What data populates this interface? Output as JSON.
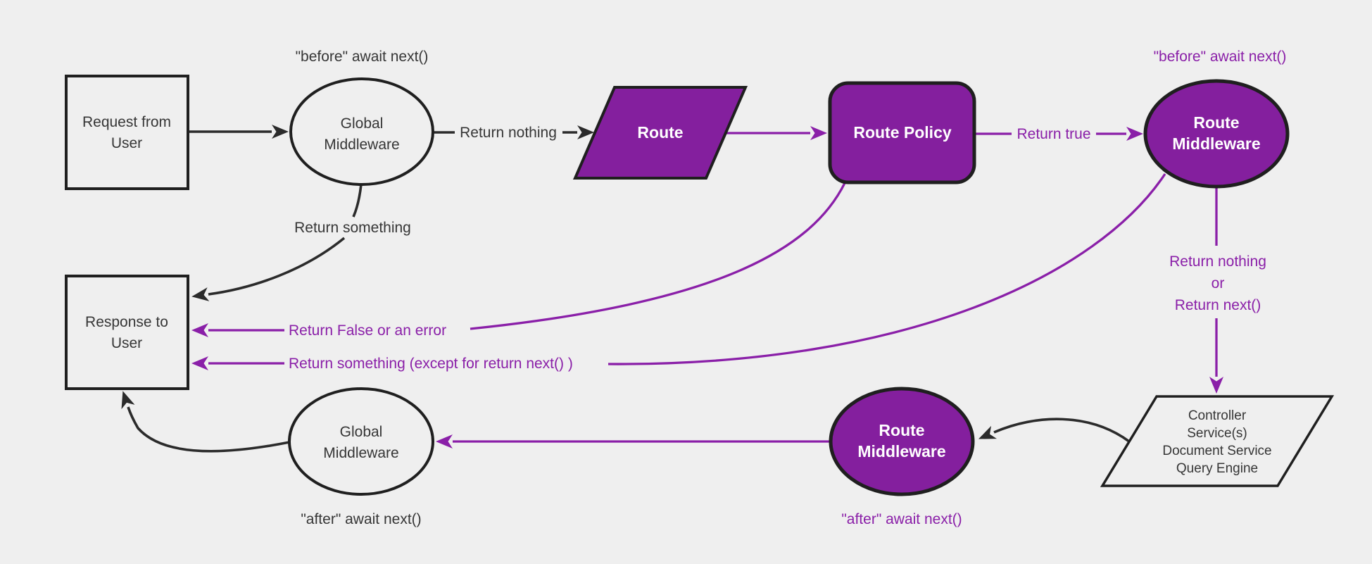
{
  "diagram": {
    "background": "#efefef",
    "colors": {
      "bg": "#efefef",
      "purple_fill": "#841f9e",
      "purple_line": "#8a1fa8",
      "dark_line": "#2b2b2b",
      "dark_text": "#363636",
      "node_border": "#1f1f1f",
      "white_text": "#ffffff"
    },
    "nodes": {
      "request": {
        "lines": [
          "Request from",
          "User"
        ]
      },
      "global_mw_top": {
        "lines": [
          "Global",
          "Middleware"
        ]
      },
      "route": {
        "label": "Route"
      },
      "route_policy": {
        "label": "Route Policy"
      },
      "route_mw_top": {
        "lines": [
          "Route",
          "Middleware"
        ]
      },
      "controller": {
        "lines": [
          "Controller",
          "Service(s)",
          "Document Service",
          "Query Engine"
        ]
      },
      "route_mw_bottom": {
        "lines": [
          "Route",
          "Middleware"
        ]
      },
      "global_mw_bottom": {
        "lines": [
          "Global",
          "Middleware"
        ]
      },
      "response": {
        "lines": [
          "Response to",
          "User"
        ]
      }
    },
    "edge_labels": {
      "before_global": "\"before\" await next()",
      "return_nothing": "Return nothing",
      "return_true": "Return true",
      "before_route_mw": "\"before\" await next()",
      "return_nothing_or_next": [
        "Return nothing",
        "or",
        "Return next()"
      ],
      "after_route_mw": "\"after\" await next()",
      "after_global": "\"after\" await next()",
      "return_something": "Return something",
      "return_false_or_error": "Return False or an error",
      "return_something_except": "Return something (except for return next() )"
    }
  }
}
